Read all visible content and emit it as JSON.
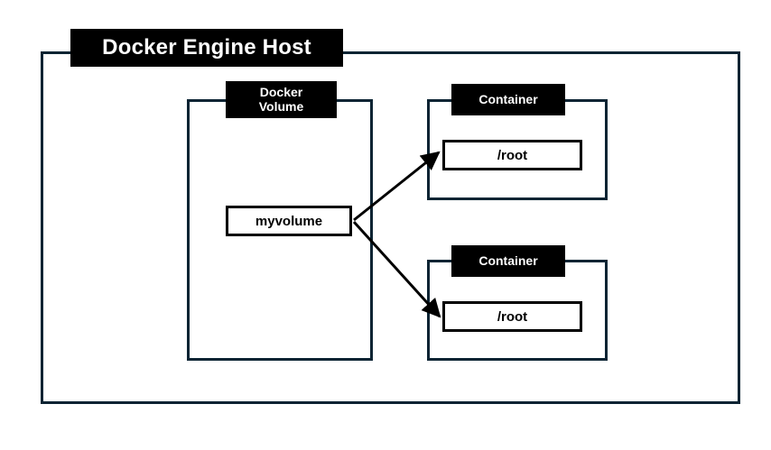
{
  "diagram": {
    "title": "Docker Engine Host",
    "background_color": "#ffffff",
    "frame_color": "#0b2433",
    "plate_color": "#000000",
    "plate_text_color": "#ffffff",
    "node_border_color": "#000000",
    "arrow_color": "#000000",
    "host": {
      "label": "Docker Engine Host"
    },
    "volume_section": {
      "label_line1": "Docker",
      "label_line2": "Volume",
      "volume_node": {
        "label": "myvolume"
      }
    },
    "containers": [
      {
        "label": "Container",
        "mount_path": "/root"
      },
      {
        "label": "Container",
        "mount_path": "/root"
      }
    ],
    "connections": [
      {
        "from": "myvolume",
        "to": "/root",
        "target_container_index": 0,
        "style": "arrow"
      },
      {
        "from": "myvolume",
        "to": "/root",
        "target_container_index": 1,
        "style": "arrow"
      }
    ]
  }
}
